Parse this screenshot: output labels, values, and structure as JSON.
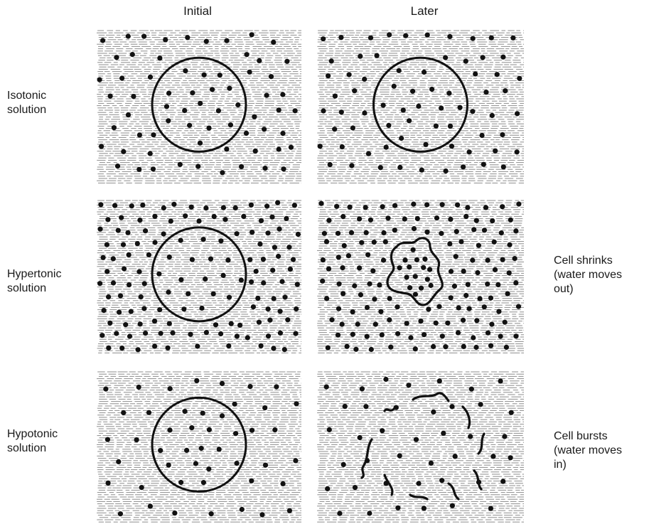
{
  "columns": {
    "initial": "Initial",
    "later": "Later"
  },
  "rows": [
    {
      "key": "isotonic",
      "label_line1": "Isotonic",
      "label_line2": "solution"
    },
    {
      "key": "hypertonic",
      "label_line1": "Hypertonic",
      "label_line2": "solution"
    },
    {
      "key": "hypotonic",
      "label_line1": "Hypotonic",
      "label_line2": "solution"
    }
  ],
  "notes": {
    "hypertonic": {
      "line1": "Cell shrinks",
      "line2": "(water moves",
      "line3": "out)"
    },
    "hypotonic": {
      "line1": "Cell bursts",
      "line2": "(water moves",
      "line3": "in)"
    }
  },
  "colors": {
    "background": "#ffffff",
    "ink": "#111111",
    "water_lines": "#8c8c8c"
  },
  "panels": [
    {
      "key": "isotonic-initial",
      "cell": "normal",
      "outside_density": "medium",
      "inside_density": "medium"
    },
    {
      "key": "isotonic-later",
      "cell": "normal",
      "outside_density": "medium",
      "inside_density": "medium"
    },
    {
      "key": "hypertonic-initial",
      "cell": "normal",
      "outside_density": "high",
      "inside_density": "medium"
    },
    {
      "key": "hypertonic-later",
      "cell": "shrunken",
      "outside_density": "high",
      "inside_density": "high"
    },
    {
      "key": "hypotonic-initial",
      "cell": "normal",
      "outside_density": "low",
      "inside_density": "medium"
    },
    {
      "key": "hypotonic-later",
      "cell": "burst",
      "outside_density": "low",
      "inside_density": "low"
    }
  ]
}
